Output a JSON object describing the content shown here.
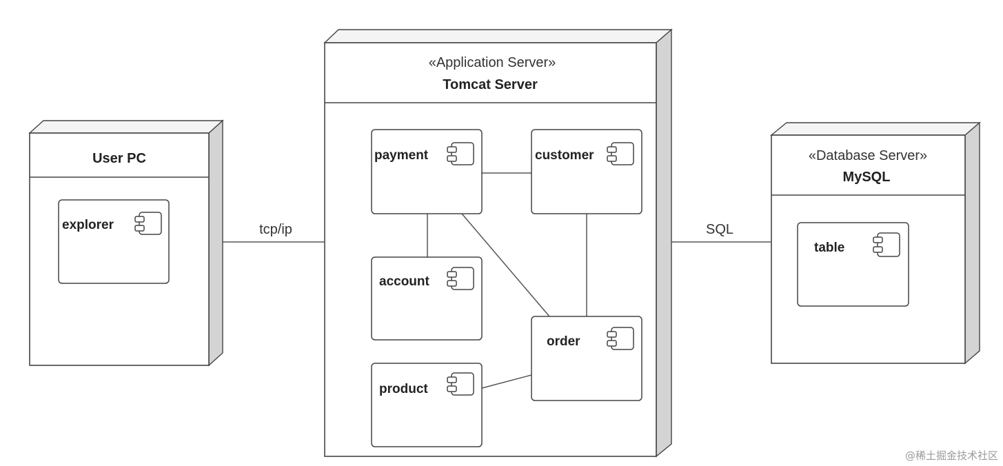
{
  "nodes": {
    "user_pc": {
      "title": "User PC",
      "components": [
        "explorer"
      ]
    },
    "app_server": {
      "stereotype": "«Application Server»",
      "title": "Tomcat Server",
      "components": [
        "payment",
        "customer",
        "account",
        "order",
        "product"
      ]
    },
    "db_server": {
      "stereotype": "«Database Server»",
      "title": "MySQL",
      "components": [
        "table"
      ]
    }
  },
  "links": {
    "user_to_app": "tcp/ip",
    "app_to_db": "SQL"
  },
  "watermark": "@稀土掘金技术社区"
}
